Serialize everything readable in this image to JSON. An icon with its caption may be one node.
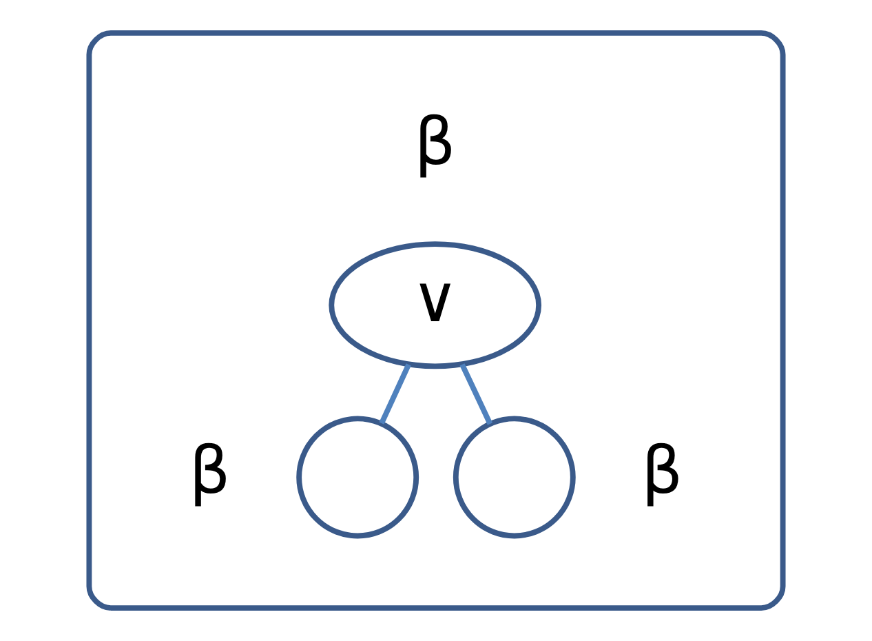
{
  "diagram": {
    "nodes": [
      {
        "text": [],
        "shape": "box"
      },
      {
        "text": [
          "∨"
        ],
        "beside": [
          "β"
        ],
        "in": 0
      },
      {
        "text": [],
        "shape": "circle",
        "beside": [
          "β"
        ],
        "in": 0
      },
      {
        "text": [],
        "shape": "circle",
        "beside": [
          "β"
        ],
        "in": 0
      }
    ],
    "edges": [
      {
        "from": 1,
        "to": 2,
        "arrow": "none"
      },
      {
        "from": 1,
        "to": 3,
        "arrow": "none"
      }
    ]
  }
}
